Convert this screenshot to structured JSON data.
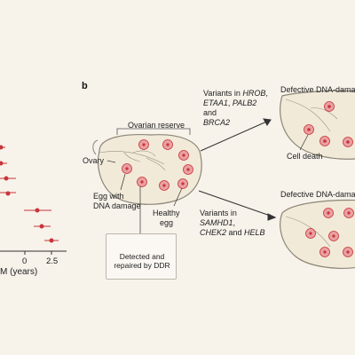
{
  "panel_a": {
    "tick_labels": [
      "0",
      "2.5"
    ],
    "axis_label_fragment": "M (years)"
  },
  "panel_b": {
    "letter": "b",
    "ovarian_reserve": "Ovarian reserve",
    "ovary": "Ovary",
    "egg_damage_1": "Egg with",
    "egg_damage_2": "DNA damage",
    "healthy_1": "Healthy",
    "healthy_2": "egg",
    "ddr_1": "Detected and",
    "ddr_2": "repaired by DDR",
    "top_variants": {
      "line1_prefix": "Variants in ",
      "gene1": "HROB",
      "gene2": "ETAA1",
      "gene3": "PALB2",
      "line3_mid": " and",
      "gene4": "BRCA2"
    },
    "bottom_variants": {
      "line1": "Variants in",
      "gene1": "SAMHD1",
      "gene2": "CHEK2",
      "line3_mid": " and ",
      "gene3": "HELB"
    },
    "defective_top": "Defective DNA-damag",
    "defective_bottom": "Defective DNA-damag",
    "cell_death": "Cell death"
  },
  "colors": {
    "accent_red": "#c8343a",
    "egg_pink": "#e9a0a2",
    "ovary_fill": "#f2ead8",
    "ovary_stroke": "#8c8678"
  }
}
